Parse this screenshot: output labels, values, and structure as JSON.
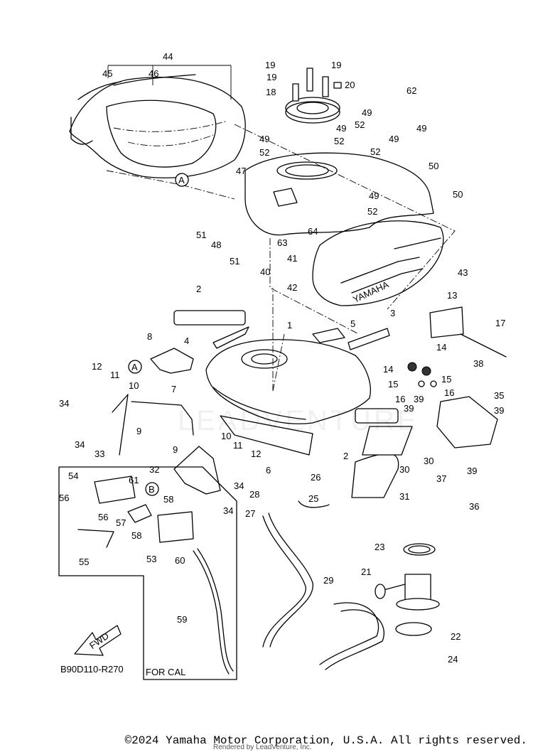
{
  "diagram_code": "B90D110-R270",
  "cal_box_label": "FOR CAL",
  "fwd_label": "FWD",
  "tank_brand": "YAMAHA",
  "watermark": "LEADVENTURE",
  "copyright": "©2024 Yamaha Motor Corporation, U.S.A. All rights reserved.",
  "render_credit": "Rendered by LeadVenture, Inc.",
  "ref_markers": [
    "A",
    "A",
    "B"
  ],
  "callouts": [
    "1",
    "2",
    "2",
    "3",
    "4",
    "5",
    "6",
    "7",
    "8",
    "9",
    "9",
    "10",
    "10",
    "11",
    "11",
    "12",
    "12",
    "13",
    "14",
    "14",
    "15",
    "15",
    "16",
    "16",
    "17",
    "18",
    "19",
    "19",
    "19",
    "20",
    "21",
    "22",
    "23",
    "24",
    "25",
    "26",
    "27",
    "28",
    "29",
    "30",
    "30",
    "31",
    "32",
    "33",
    "34",
    "34",
    "34",
    "34",
    "35",
    "36",
    "37",
    "38",
    "39",
    "39",
    "39",
    "39",
    "40",
    "41",
    "42",
    "43",
    "44",
    "45",
    "46",
    "47",
    "48",
    "49",
    "49",
    "49",
    "49",
    "49",
    "49",
    "50",
    "50",
    "51",
    "51",
    "52",
    "52",
    "52",
    "52",
    "52",
    "53",
    "54",
    "55",
    "56",
    "56",
    "57",
    "58",
    "58",
    "59",
    "60",
    "61",
    "62",
    "63",
    "64"
  ]
}
